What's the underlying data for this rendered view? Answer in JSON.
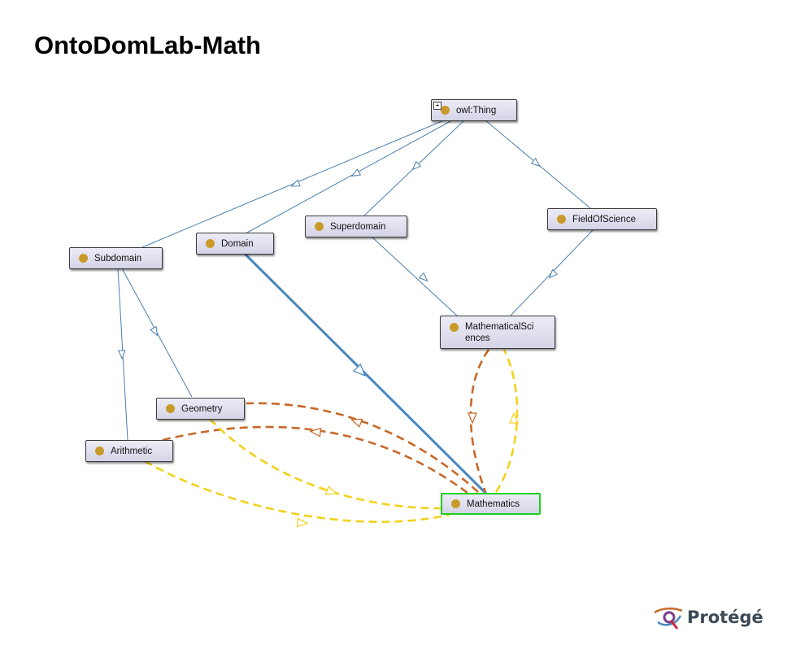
{
  "title": "OntoDomLab-Math",
  "nodes": {
    "owl_thing": "owl:Thing",
    "field_of_science": "FieldOfScience",
    "superdomain": "Superdomain",
    "domain": "Domain",
    "subdomain": "Subdomain",
    "mathematical_sciences": [
      "MathematicalSci",
      "ences"
    ],
    "geometry": "Geometry",
    "arithmetic": "Arithmetic",
    "mathematics": "Mathematics"
  },
  "expand_symbol": "+",
  "logo": {
    "text": "Protégé"
  },
  "colors": {
    "subclass_edge": "#4a7fb0",
    "domain_edge": "#4a87bd",
    "orange_edge": "#c8682a",
    "yellow_edge": "#f2d21c",
    "node_dot": "#c99a2a",
    "selected_border": "#1fd11f"
  }
}
